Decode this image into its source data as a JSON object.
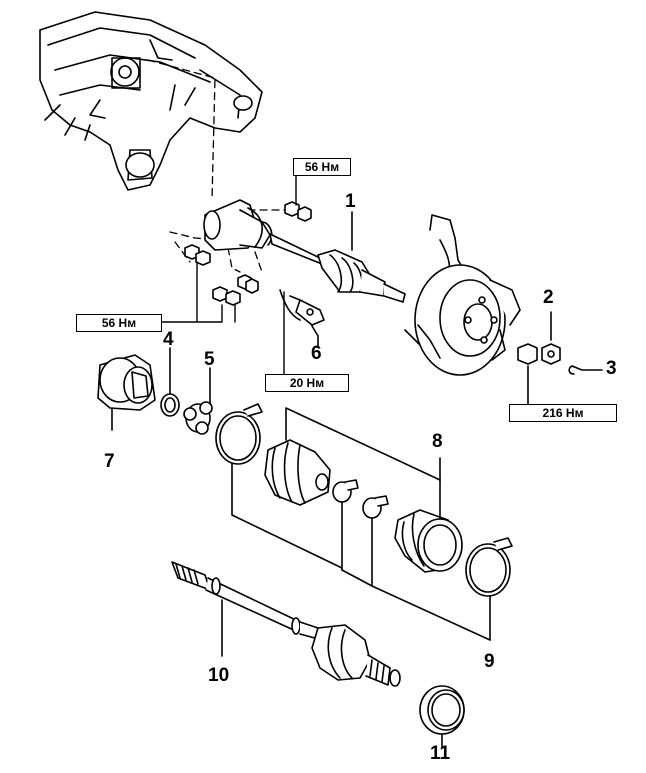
{
  "callouts": {
    "n1": "1",
    "n2": "2",
    "n3": "3",
    "n4": "4",
    "n5": "5",
    "n6": "6",
    "n7": "7",
    "n8": "8",
    "n9": "9",
    "n10": "10",
    "n11": "11"
  },
  "torques": {
    "t_top": "56 Нм",
    "t_left": "56 Нм",
    "t_sensor": "20 Нм",
    "t_hub": "216 Нм"
  },
  "colors": {
    "ink": "#000000",
    "paper": "#ffffff"
  }
}
